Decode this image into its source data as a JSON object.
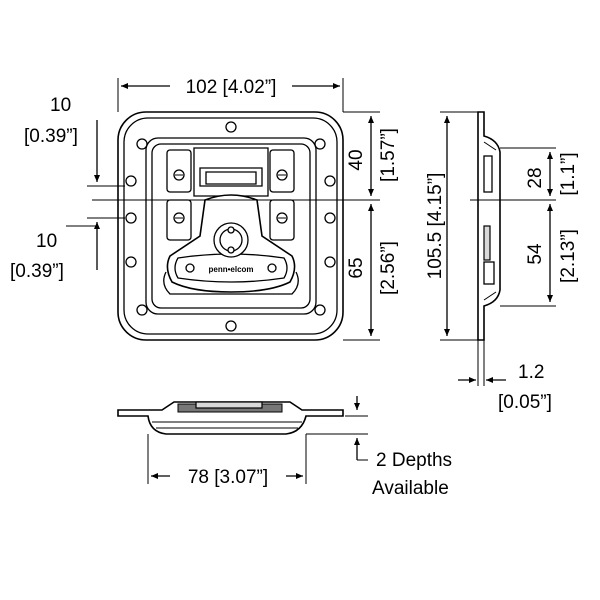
{
  "drawing": {
    "colors": {
      "line": "#000000",
      "background": "#ffffff",
      "shade": "#d9d9d9"
    },
    "front_view": {
      "width_label": "102 [4.02”]",
      "upper_offset_value": "10",
      "upper_offset_inch": "[0.39”]",
      "lower_offset_value": "10",
      "lower_offset_inch": "[0.39”]",
      "top_height_value": "40",
      "top_height_inch": "[1.57”]",
      "bottom_height_value": "65",
      "bottom_height_inch": "[2.56”]",
      "logo_text": "penn•elcom"
    },
    "side_view": {
      "total_height_label": "105.5 [4.15”]",
      "top_value": "28",
      "top_inch": "[1.1”]",
      "bottom_value": "54",
      "bottom_inch": "[2.13”]",
      "thickness_value": "1.2",
      "thickness_inch": "[0.05”]"
    },
    "bottom_view": {
      "width_label": "78 [3.07”]",
      "depth_line1": "2 Depths",
      "depth_line2": "Available"
    }
  }
}
